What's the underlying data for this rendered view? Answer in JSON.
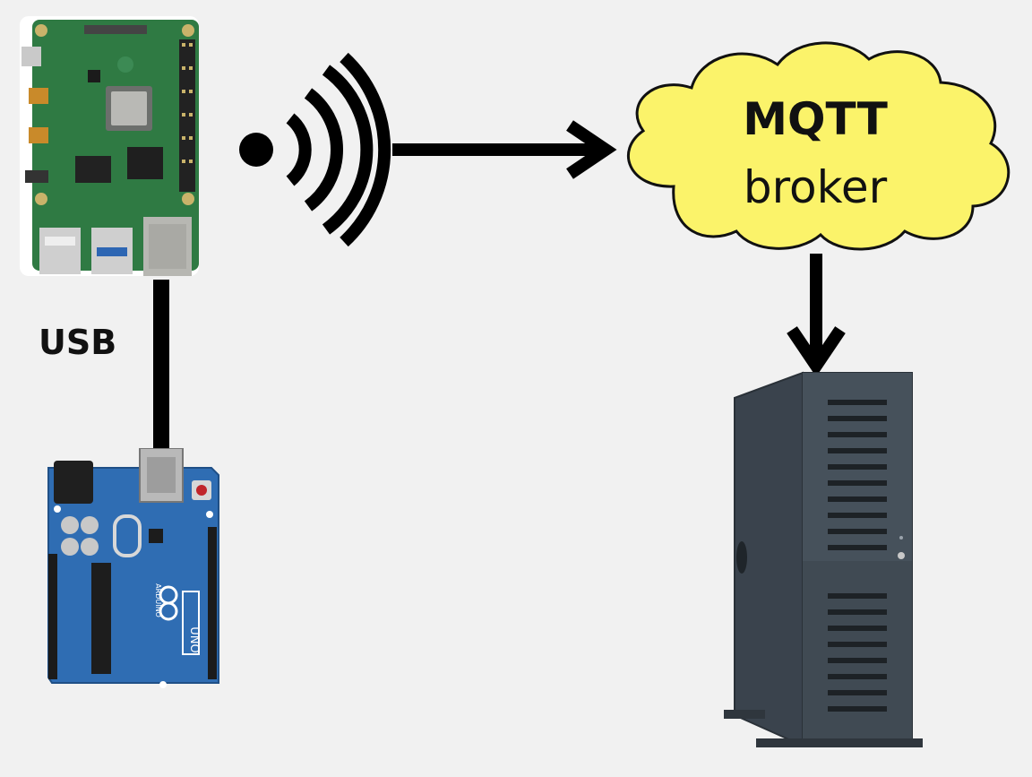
{
  "usb_label": "USB",
  "broker": {
    "title": "MQTT",
    "subtitle": "broker"
  },
  "arduino": {
    "board_text": "UNO",
    "brand_text": "ARDUINO"
  },
  "colors": {
    "background": "#f1f1f1",
    "cloud_fill": "#fbf36a",
    "line": "#000000",
    "pi_board": "#2f7a43",
    "arduino_board": "#2f6db3",
    "server": "#3c4650"
  },
  "icons": [
    "raspberry-pi-board",
    "wifi-signal-icon",
    "mqtt-cloud",
    "server-tower",
    "arduino-uno-board"
  ]
}
